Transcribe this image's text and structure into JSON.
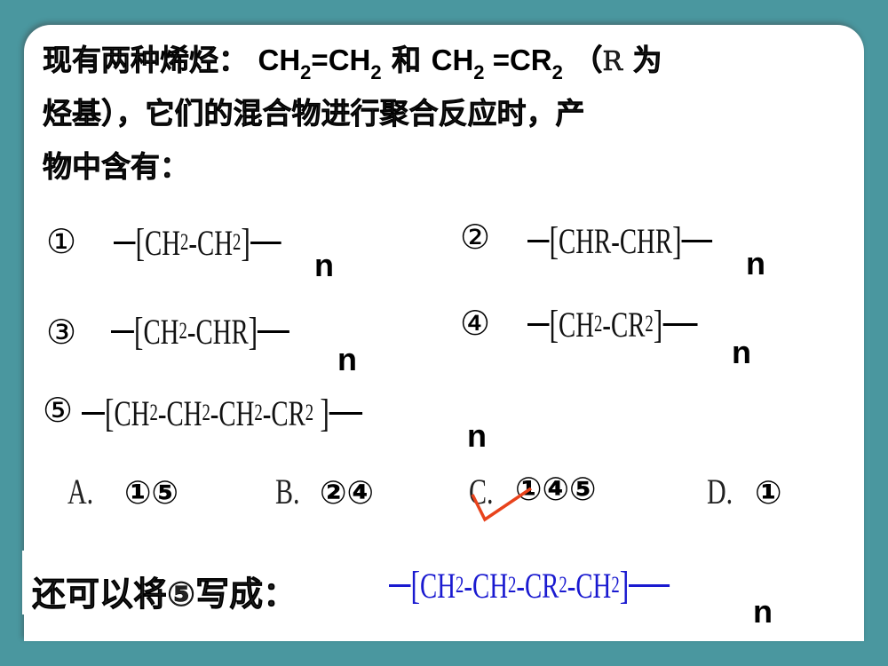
{
  "intro": {
    "line1_prefix": "现有两种烯烃：",
    "ethylene": {
      "a": "CH",
      "a_sub": "2",
      "eq": "=CH",
      "b_sub": "2"
    },
    "and": "和",
    "alkene2": {
      "a": "CH",
      "a_sub": "2",
      "eq": " =CR",
      "b_sub": "2"
    },
    "paren_open": "（",
    "r_char": "R",
    "line1_suffix": "为",
    "line2": "烃基），它们的混合物进行聚合反应时，产",
    "line3": "物中含有："
  },
  "formulas": [
    {
      "num": "①",
      "parts": [
        [
          "CH",
          "2"
        ],
        [
          "-CH",
          "2"
        ]
      ],
      "n": "n"
    },
    {
      "num": "②",
      "parts": [
        [
          "CHR",
          ""
        ],
        [
          "-CHR",
          ""
        ]
      ],
      "n": "n"
    },
    {
      "num": "③",
      "parts": [
        [
          "CH",
          "2"
        ],
        [
          "-CHR",
          ""
        ]
      ],
      "n": "n"
    },
    {
      "num": "④",
      "parts": [
        [
          "CH",
          "2"
        ],
        [
          "-CR",
          "2"
        ]
      ],
      "n": "n"
    },
    {
      "num": "⑤",
      "parts": [
        [
          "CH",
          "2"
        ],
        [
          "-CH",
          "2"
        ],
        [
          "-CH",
          "2"
        ],
        [
          "-CR",
          "2"
        ]
      ],
      "n": "n"
    }
  ],
  "options": [
    {
      "letter": "A.",
      "value": "①⑤"
    },
    {
      "letter": "B.",
      "value": "②④"
    },
    {
      "letter": "C.",
      "value": "①④⑤",
      "marked_correct": true
    },
    {
      "letter": "D.",
      "value": "①"
    }
  ],
  "rewrite": {
    "label": "还可以将⑤写成：",
    "parts": [
      [
        "CH",
        "2"
      ],
      [
        "-CH",
        "2"
      ],
      [
        "-CR",
        "2"
      ],
      [
        "-CH",
        "2"
      ]
    ],
    "n": "n",
    "color": "#1a1ad0"
  },
  "colors": {
    "background": "#4a979f",
    "panel": "#ffffff",
    "check_mark": "#e8431c"
  }
}
